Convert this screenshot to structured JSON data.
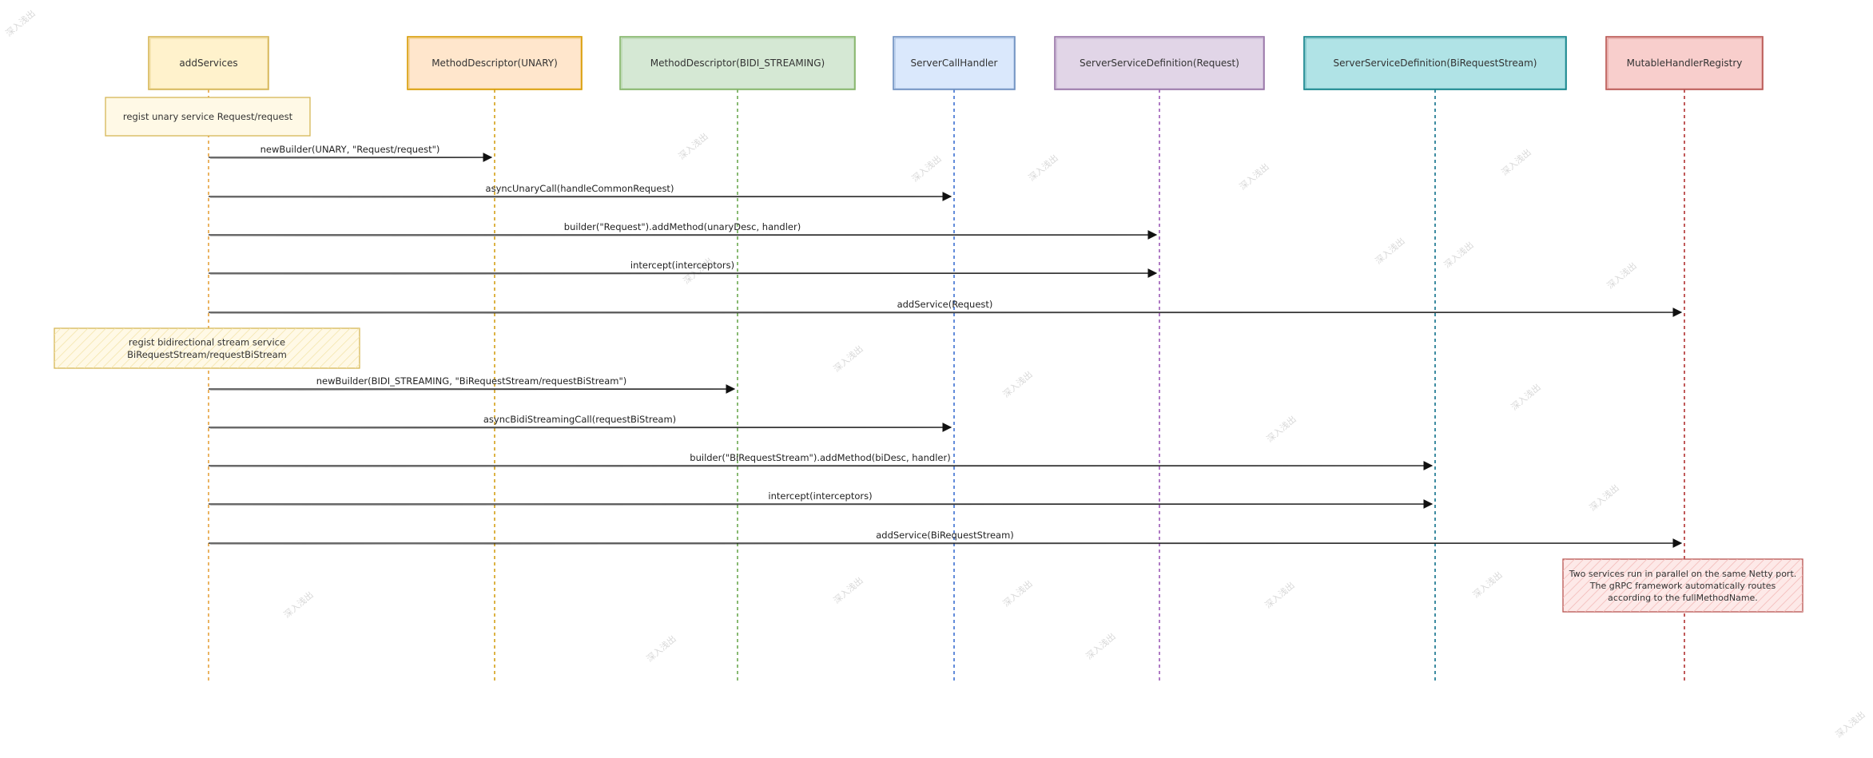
{
  "participants": [
    {
      "id": "addServices",
      "label": "addServices",
      "fill": "#fff2cc",
      "stroke": "#d6b656",
      "line": "#e6a23c"
    },
    {
      "id": "mdUnary",
      "label": "MethodDescriptor(UNARY)",
      "fill": "#ffe6cc",
      "stroke": "#d79b00",
      "line": "#d4a017"
    },
    {
      "id": "mdBidi",
      "label": "MethodDescriptor(BIDI_STREAMING)",
      "fill": "#d5e8d4",
      "stroke": "#82b366",
      "line": "#6aa84f"
    },
    {
      "id": "sch",
      "label": "ServerCallHandler",
      "fill": "#dae8fc",
      "stroke": "#6c8ebf",
      "line": "#3c6fd1"
    },
    {
      "id": "ssdReq",
      "label": "ServerServiceDefinition(Request)",
      "fill": "#e1d5e7",
      "stroke": "#9673a6",
      "line": "#9b59b6"
    },
    {
      "id": "ssdBi",
      "label": "ServerServiceDefinition(BiRequestStream)",
      "fill": "#b0e3e6",
      "stroke": "#0e8088",
      "line": "#0e6f8a"
    },
    {
      "id": "registry",
      "label": "MutableHandlerRegistry",
      "fill": "#f8cecc",
      "stroke": "#b85450",
      "line": "#b03030"
    }
  ],
  "notes": [
    {
      "id": "note-unary",
      "lines": [
        "regist unary service Request/request"
      ],
      "fill": "#fff9e6",
      "stroke": "#d6b656"
    },
    {
      "id": "note-bidi",
      "lines": [
        "regist bidirectional stream service",
        "BiRequestStream/requestBiStream"
      ],
      "fill": "#fff9e6",
      "stroke": "#d6b656"
    },
    {
      "id": "note-parallel",
      "lines": [
        "Two services run in parallel on the same Netty port.",
        "The gRPC framework automatically routes",
        "according to the fullMethodName."
      ],
      "fill": "#fde9e8",
      "stroke": "#b85450"
    }
  ],
  "messages": [
    {
      "from": "addServices",
      "to": "mdUnary",
      "label": "newBuilder(UNARY, \"Request/request\")"
    },
    {
      "from": "addServices",
      "to": "sch",
      "label": "asyncUnaryCall(handleCommonRequest)"
    },
    {
      "from": "addServices",
      "to": "ssdReq",
      "label": "builder(\"Request\").addMethod(unaryDesc, handler)"
    },
    {
      "from": "addServices",
      "to": "ssdReq",
      "label": "intercept(interceptors)"
    },
    {
      "from": "addServices",
      "to": "registry",
      "label": "addService(Request)"
    },
    {
      "from": "addServices",
      "to": "mdBidi",
      "label": "newBuilder(BIDI_STREAMING, \"BiRequestStream/requestBiStream\")"
    },
    {
      "from": "addServices",
      "to": "sch",
      "label": "asyncBidiStreamingCall(requestBiStream)"
    },
    {
      "from": "addServices",
      "to": "ssdBi",
      "label": "builder(\"BiRequestStream\").addMethod(biDesc, handler)"
    },
    {
      "from": "addServices",
      "to": "ssdBi",
      "label": "intercept(interceptors)"
    },
    {
      "from": "addServices",
      "to": "registry",
      "label": "addService(BiRequestStream)"
    }
  ],
  "watermark": "深入浅出"
}
